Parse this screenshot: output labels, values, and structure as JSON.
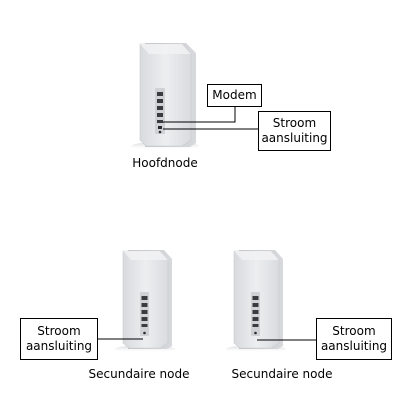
{
  "nodes": {
    "main": {
      "caption": "Hoofdnode",
      "modem_label": "Modem",
      "power_label": "Stroom\naansluiting"
    },
    "secondary_left": {
      "caption": "Secundaire node",
      "power_label": "Stroom\naansluiting"
    },
    "secondary_right": {
      "caption": "Secundaire node",
      "power_label": "Stroom\naansluiting"
    }
  },
  "colors": {
    "device_front": "#e3e4e6",
    "device_side": "#cfd1d4",
    "device_top": "#eeeff1",
    "line": "#000000"
  }
}
